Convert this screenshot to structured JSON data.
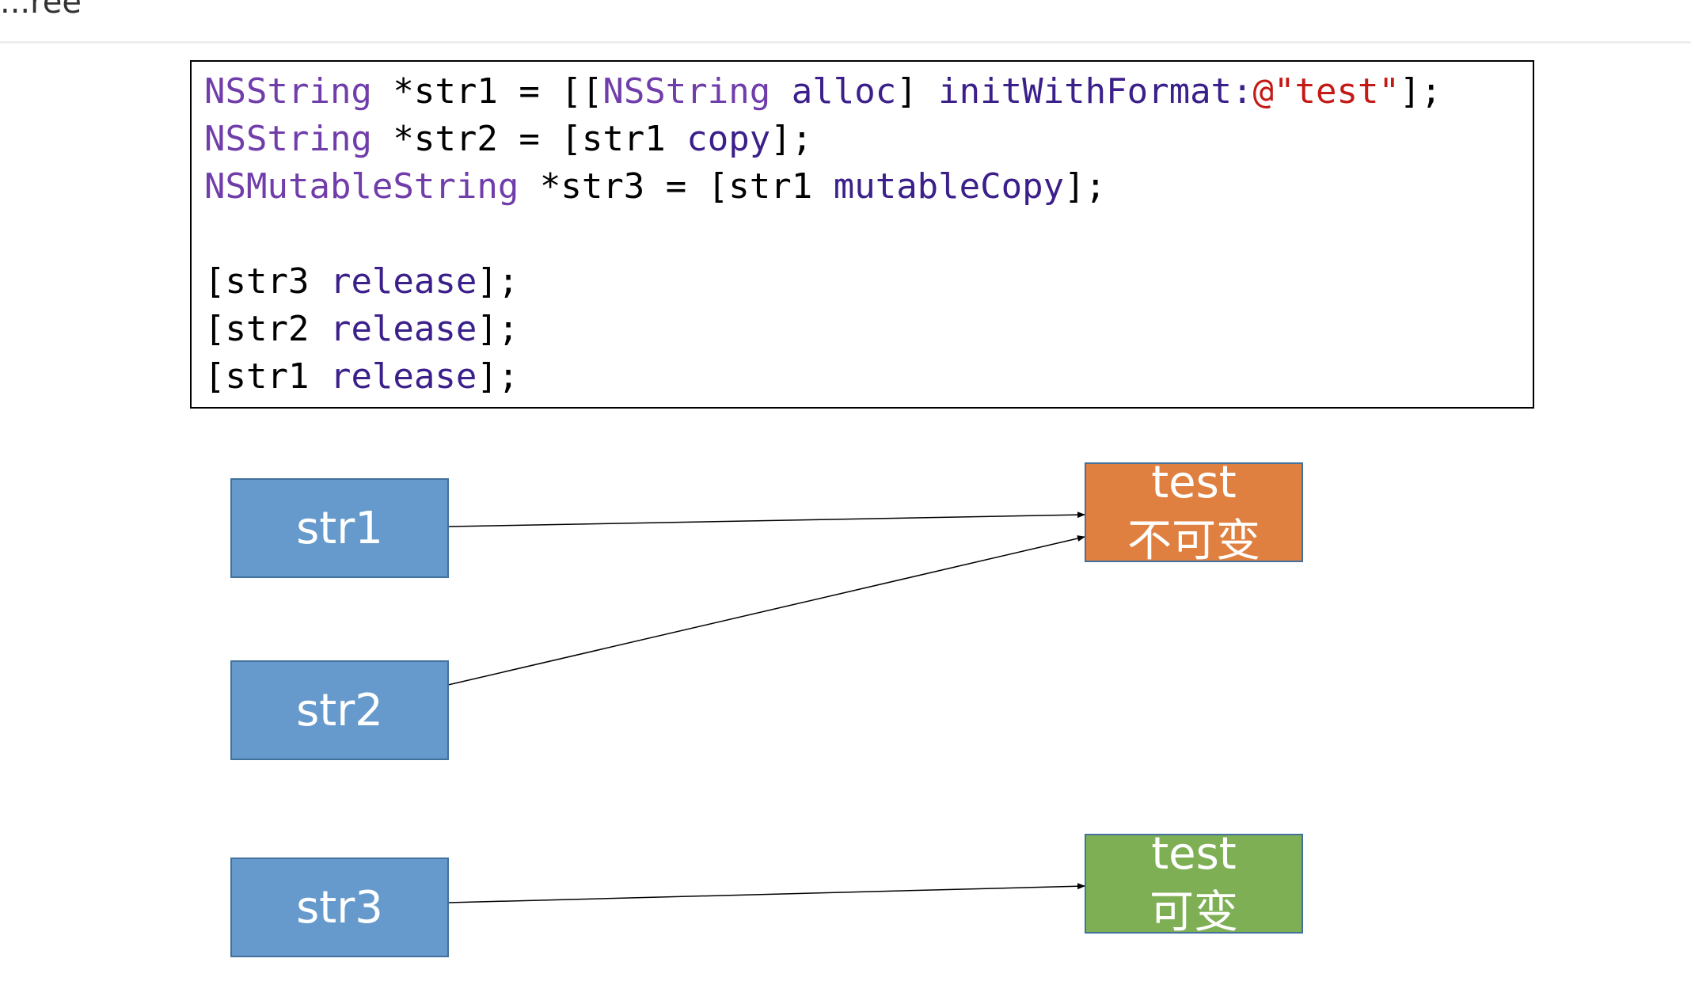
{
  "header": {
    "corner_text": "...ree"
  },
  "code": {
    "lines": [
      [
        {
          "t": "NSString",
          "c": "type"
        },
        {
          "t": " *str1 = [[",
          "c": "plain"
        },
        {
          "t": "NSString",
          "c": "type"
        },
        {
          "t": " ",
          "c": "plain"
        },
        {
          "t": "alloc",
          "c": "kw"
        },
        {
          "t": "] ",
          "c": "plain"
        },
        {
          "t": "initWithFormat:",
          "c": "kw"
        },
        {
          "t": "@\"test\"",
          "c": "str"
        },
        {
          "t": "];",
          "c": "plain"
        }
      ],
      [
        {
          "t": "NSString",
          "c": "type"
        },
        {
          "t": " *str2 = [str1 ",
          "c": "plain"
        },
        {
          "t": "copy",
          "c": "kw"
        },
        {
          "t": "];",
          "c": "plain"
        }
      ],
      [
        {
          "t": "NSMutableString",
          "c": "type"
        },
        {
          "t": " *str3 = [str1 ",
          "c": "plain"
        },
        {
          "t": "mutableCopy",
          "c": "kw"
        },
        {
          "t": "];",
          "c": "plain"
        }
      ],
      [],
      [
        {
          "t": "[str3 ",
          "c": "plain"
        },
        {
          "t": "release",
          "c": "kw"
        },
        {
          "t": "];",
          "c": "plain"
        }
      ],
      [
        {
          "t": "[str2 ",
          "c": "plain"
        },
        {
          "t": "release",
          "c": "kw"
        },
        {
          "t": "];",
          "c": "plain"
        }
      ],
      [
        {
          "t": "[str1 ",
          "c": "plain"
        },
        {
          "t": "release",
          "c": "kw"
        },
        {
          "t": "];",
          "c": "plain"
        }
      ]
    ]
  },
  "diagram": {
    "pointers": {
      "str1": "str1",
      "str2": "str2",
      "str3": "str3"
    },
    "immutable_object": {
      "value": "test",
      "kind": "不可变",
      "color": "#e08040"
    },
    "mutable_object": {
      "value": "test",
      "kind": "可变",
      "color": "#7faf55"
    },
    "pointer_color": "#6699cc"
  }
}
